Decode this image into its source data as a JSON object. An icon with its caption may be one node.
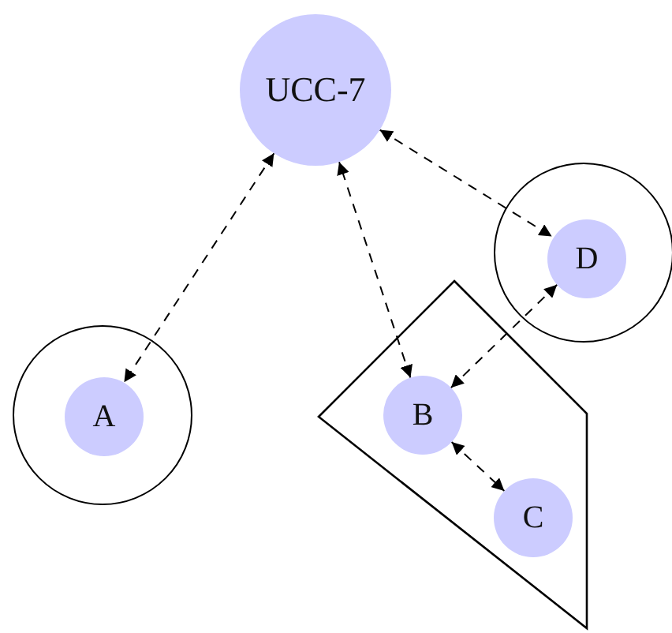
{
  "diagram": {
    "nodes": [
      {
        "text": [
          "UCC-7"
        ]
      },
      {
        "text": [],
        "shape": "circle"
      },
      {
        "text": [
          "A"
        ],
        "in": 1
      },
      {
        "text": [],
        "shape": "polygon"
      },
      {
        "text": [
          "B"
        ],
        "in": 3
      },
      {
        "text": [
          "C"
        ],
        "in": 3
      },
      {
        "text": [],
        "shape": "circle"
      },
      {
        "text": [
          "D"
        ],
        "in": 6
      }
    ],
    "edges": [
      {
        "from": 0,
        "to": 2,
        "arrow": "both"
      },
      {
        "from": 0,
        "to": 7,
        "arrow": "both"
      },
      {
        "from": 4,
        "to": 0,
        "arrow": "both"
      },
      {
        "from": 7,
        "to": 4,
        "arrow": "both"
      },
      {
        "from": 4,
        "to": 5,
        "arrow": "both"
      }
    ]
  }
}
